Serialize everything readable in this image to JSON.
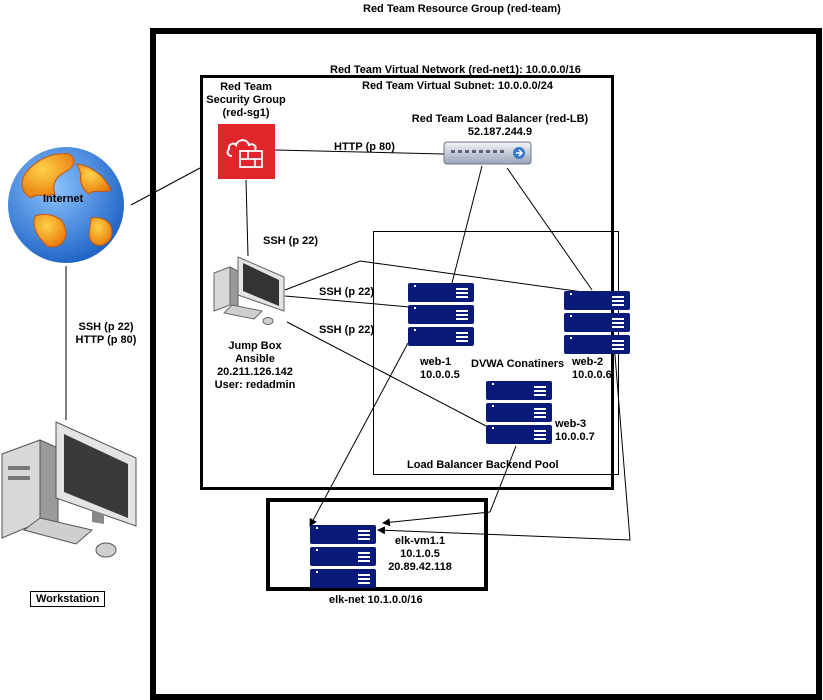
{
  "resource_group": "Red Team Resource Group (red-team)",
  "vnet": "Red Team Virtual Network (red-net1): 10.0.0.0/16",
  "subnet": "Red Team Virtual Subnet: 10.0.0.0/24",
  "security_group": [
    "Red Team",
    "Security Group",
    "(red-sg1)"
  ],
  "load_balancer": [
    "Red Team Load Balancer (red-LB)",
    "52.187.244.9"
  ],
  "http_lb": "HTTP (p 80)",
  "ssh_jump": "SSH (p 22)",
  "ssh_web": [
    "SSH (p 22)",
    "SSH (p 22)"
  ],
  "internet": "Internet",
  "workstation_ports": [
    "SSH (p 22)",
    "HTTP (p 80)"
  ],
  "workstation": "Workstation",
  "jumpbox": [
    "Jump Box",
    "Ansible",
    "20.211.126.142",
    "User: redadmin"
  ],
  "web1": [
    "web-1",
    "10.0.0.5"
  ],
  "web2": [
    "web-2",
    "10.0.0.6"
  ],
  "web3": [
    "web-3",
    "10.0.0.7"
  ],
  "dvwa": "DVWA Conatiners",
  "backend_pool": "Load Balancer Backend Pool",
  "elk": [
    "elk-vm1.1",
    "10.1.0.5",
    "20.89.42.118"
  ],
  "elk_net": "elk-net 10.1.0.0/16",
  "colors": {
    "server": "#0a1a7a",
    "security_group": "#e0262b",
    "globe_ocean": "#2e78d6",
    "globe_land": "#f5a623"
  },
  "icons": [
    "globe-icon",
    "firewall-icon",
    "load-balancer-icon",
    "server-icon",
    "workstation-icon",
    "jumpbox-pc-icon"
  ]
}
